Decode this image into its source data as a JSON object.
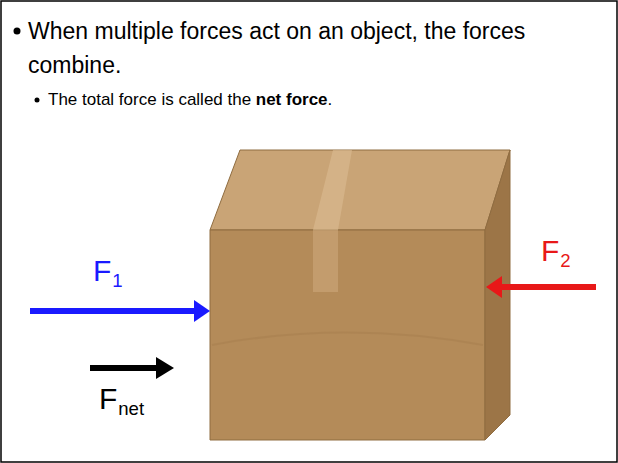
{
  "diagram": {
    "labels": [
      "When multiple forces act on an object, the forces combine.",
      "The total force is called the",
      "net force",
      ".",
      "F",
      "1",
      "F",
      "2",
      "F",
      "net"
    ]
  }
}
